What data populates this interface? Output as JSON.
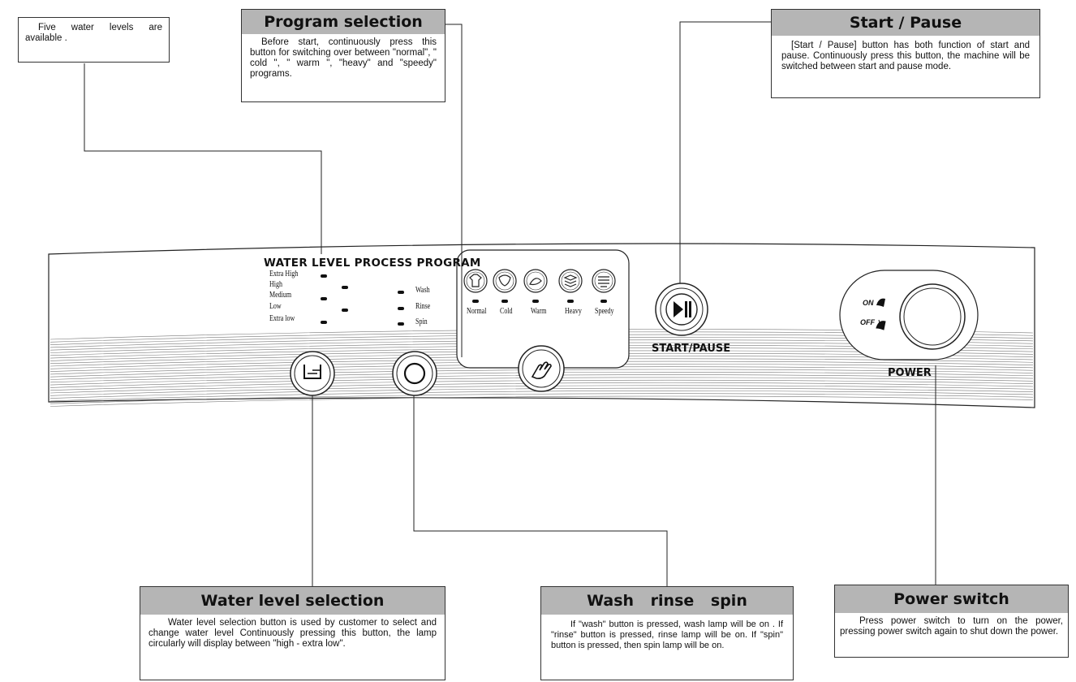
{
  "callouts": {
    "water_levels_note": {
      "text": "Five water levels are available ."
    },
    "program_selection": {
      "title": "Program selection",
      "body": "Before start, continuously press this button for switching over between \"normal\", \" cold \", \" warm \", \"heavy\" and \"speedy\" programs."
    },
    "start_pause": {
      "title": "Start / Pause",
      "body": "[Start / Pause] button has both function of start and pause. Continuously press this button, the machine will be switched between start and pause mode."
    },
    "water_level_selection": {
      "title": "Water level selection",
      "body": "Water level selection button is used by customer to select and change water level Continuously pressing this button, the lamp circularly will display between \"high - extra low\"."
    },
    "wash_rinse_spin": {
      "title": "Wash rinse spin",
      "body": "If \"wash\" button is pressed, wash lamp will be on . If \"rinse\" button is pressed, rinse lamp will be on. If \"spin\" button is pressed, then spin lamp will be on."
    },
    "power_switch": {
      "title": "Power switch",
      "body": "Press power switch to turn on the power, pressing power switch again to shut down the power."
    }
  },
  "panel": {
    "header": "WATER LEVEL PROCESS PROGRAM",
    "water_levels": [
      "Extra High",
      "High",
      "Medium",
      "Low",
      "Extra low"
    ],
    "process": [
      "Wash",
      "Rinse",
      "Spin"
    ],
    "programs": [
      "Normal",
      "Cold",
      "Warm",
      "Heavy",
      "Speedy"
    ],
    "start_pause_label": "START/PAUSE",
    "power_label": "POWER",
    "power_on": "ON",
    "power_off": "OFF"
  },
  "icons": {
    "water_level_button": "water-level-icon",
    "process_button": "circle-icon",
    "program_button": "hand-press-icon",
    "start_pause_button": "play-pause-icon",
    "power_knob": "power-knob-icon"
  }
}
